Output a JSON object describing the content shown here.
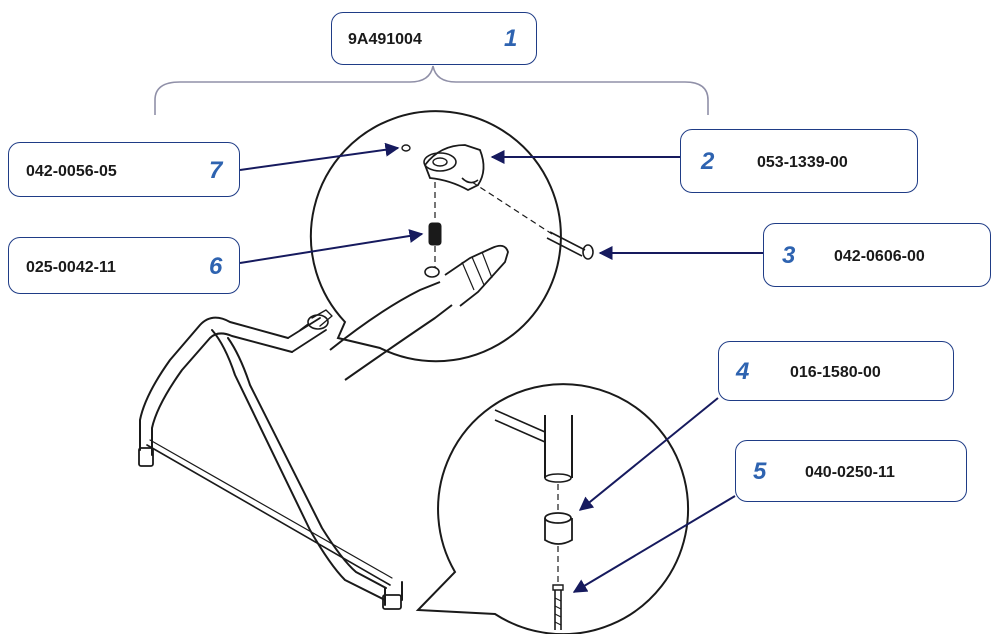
{
  "colors": {
    "leader_line": "#161a5e",
    "callout_border": "#1f3c86",
    "callout_number": "#2e63b0",
    "bracket": "#9090a8",
    "drawing": "#1a1a1a"
  },
  "assembly": {
    "part_number": "9A491004",
    "item": "1"
  },
  "callouts": [
    {
      "item": "2",
      "part_number": "053-1339-00"
    },
    {
      "item": "3",
      "part_number": "042-0606-00"
    },
    {
      "item": "4",
      "part_number": "016-1580-00"
    },
    {
      "item": "5",
      "part_number": "040-0250-11"
    },
    {
      "item": "6",
      "part_number": "025-0042-11"
    },
    {
      "item": "7",
      "part_number": "042-0056-05"
    }
  ]
}
